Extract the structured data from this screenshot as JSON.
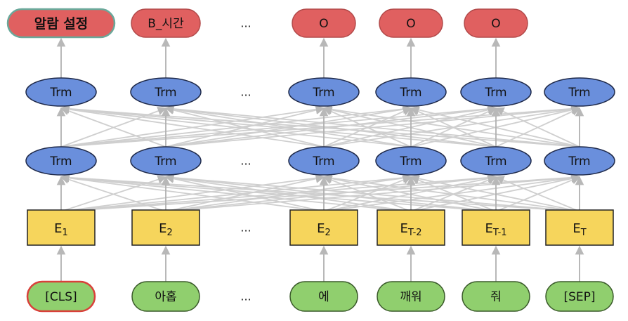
{
  "diagram": {
    "output_labels": [
      {
        "text": "알람 설정",
        "bold": true,
        "highlighted": true
      },
      {
        "text": "B_시간"
      },
      {
        "text": "O"
      },
      {
        "text": "O"
      },
      {
        "text": "O"
      }
    ],
    "layer_label": "Trm",
    "ellipsis": "...",
    "embeddings": [
      {
        "base": "E",
        "sub": "1"
      },
      {
        "base": "E",
        "sub": "2"
      },
      {
        "base": "E",
        "sub": "2"
      },
      {
        "base": "E",
        "sub": "T-2"
      },
      {
        "base": "E",
        "sub": "T-1"
      },
      {
        "base": "E",
        "sub": "T"
      }
    ],
    "tokens": [
      {
        "text": "[CLS]",
        "highlighted": true
      },
      {
        "text": "아홉"
      },
      {
        "text": "에"
      },
      {
        "text": "깨워"
      },
      {
        "text": "줘"
      },
      {
        "text": "[SEP]"
      }
    ],
    "colors": {
      "output": "#e06060",
      "output_highlight_border": "#6aa89a",
      "trm": "#6a8fdc",
      "embedding": "#f6d55c",
      "token": "#90cf6e",
      "token_highlight_border": "#d9403a",
      "connection": "#cfcfcf",
      "arrow": "#b0b0b0"
    }
  }
}
